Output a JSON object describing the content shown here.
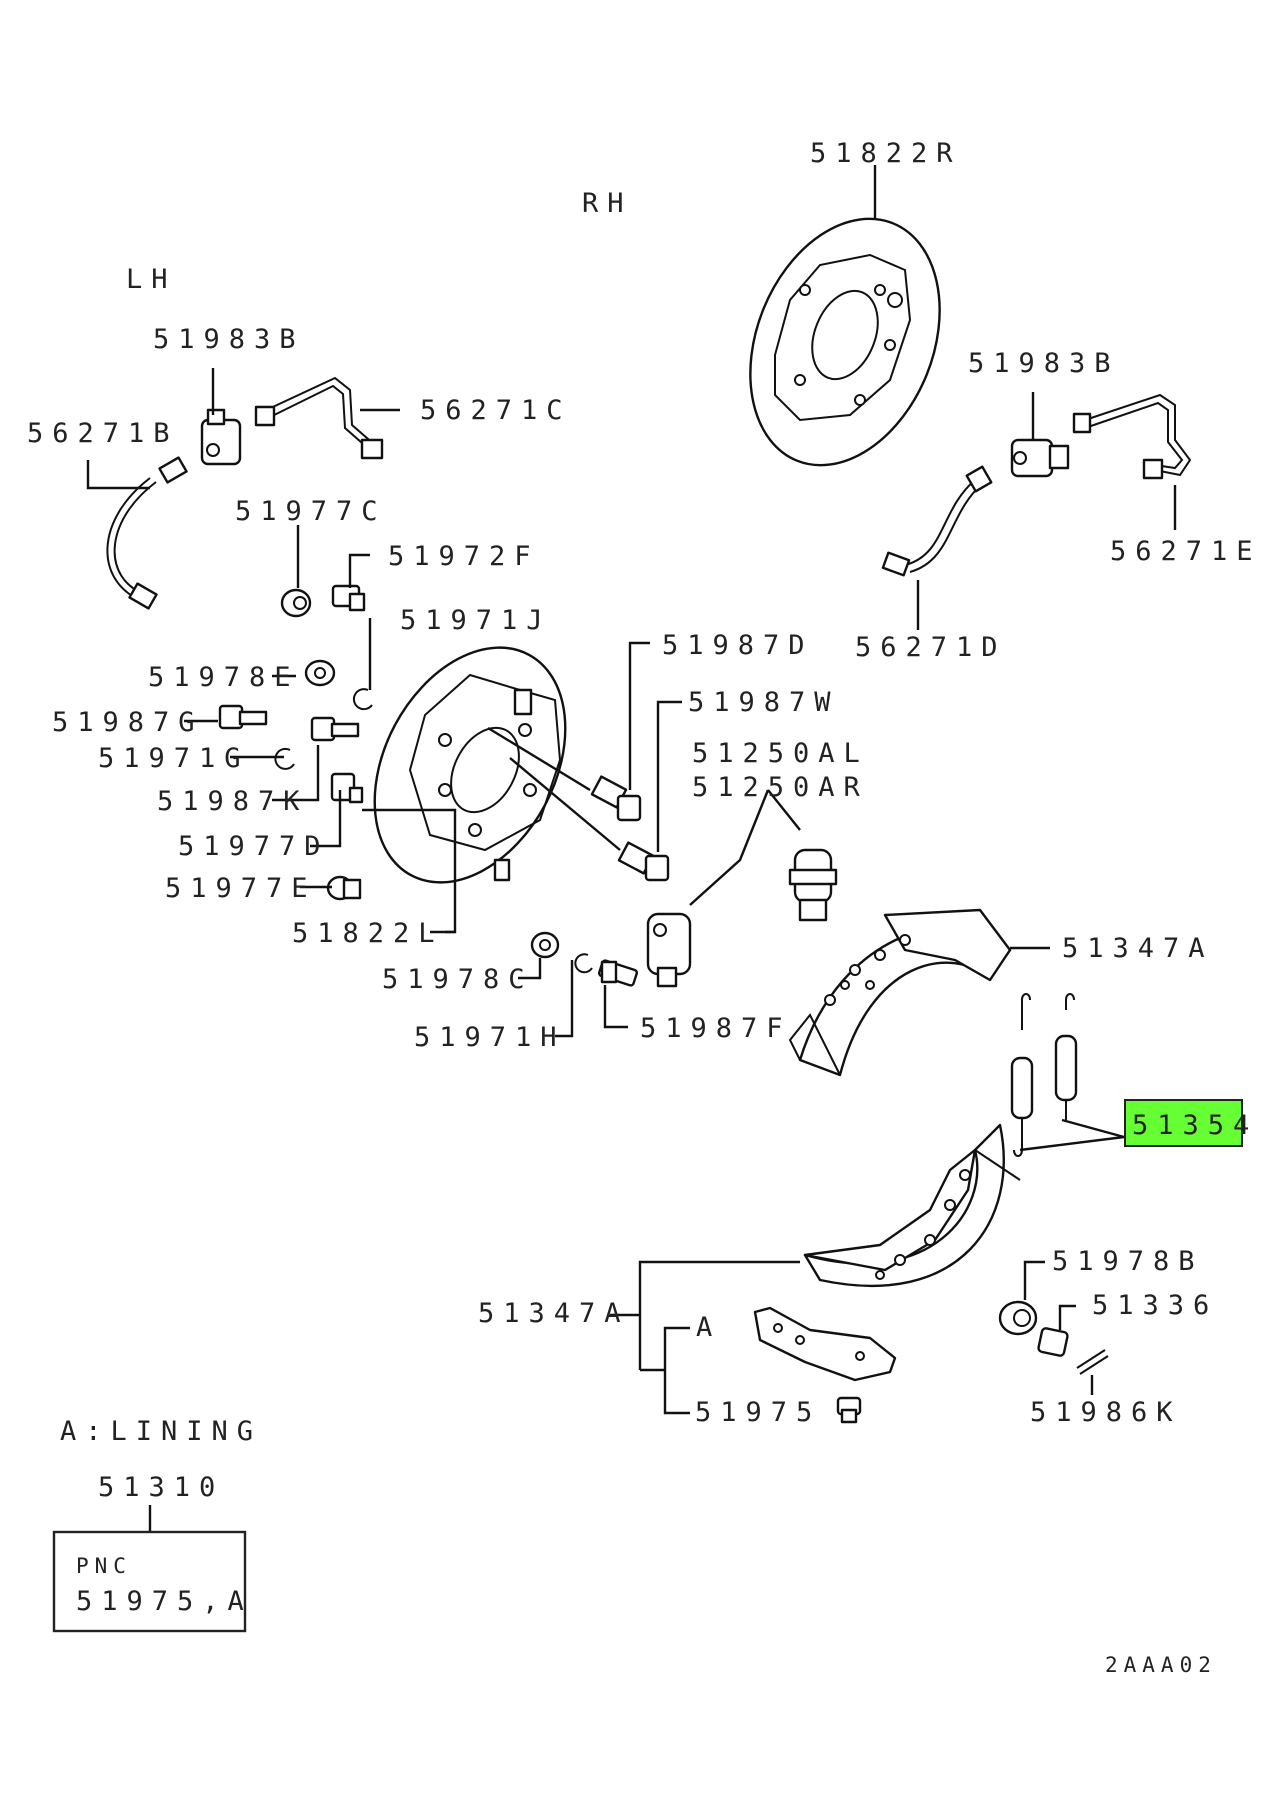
{
  "diagram": {
    "side_labels": {
      "rh": "RH",
      "lh": "LH"
    },
    "labels": {
      "l51822R": "51822R",
      "l51983B_lh": "51983B",
      "l56271C": "56271C",
      "l56271B": "56271B",
      "l51983B_rh": "51983B",
      "l51977C": "51977C",
      "l51972F": "51972F",
      "l56271E": "56271E",
      "l51971J": "51971J",
      "l51987D": "51987D",
      "l56271D": "56271D",
      "l51978E": "51978E",
      "l51987W": "51987W",
      "l51987G": "51987G",
      "l51250AL": "51250AL",
      "l51250AR": "51250AR",
      "l51971G": "51971G",
      "l51987K": "51987K",
      "l51977D": "51977D",
      "l51977E": "51977E",
      "l51347A_top": "51347A",
      "l51822L": "51822L",
      "l51978C": "51978C",
      "l51987F": "51987F",
      "l51971H": "51971H",
      "l51354": "51354",
      "l51978B": "51978B",
      "l51347A_bottom": "51347A",
      "l51336": "51336",
      "lA": "A",
      "l51975": "51975",
      "l51986K": "51986K"
    },
    "legend": {
      "heading": "A:LINING",
      "part_number": "51310",
      "box_line1": "PNC",
      "box_line2": "51975,A"
    },
    "figure_code": "2AAA02",
    "highlight_color": "#66ff33"
  }
}
